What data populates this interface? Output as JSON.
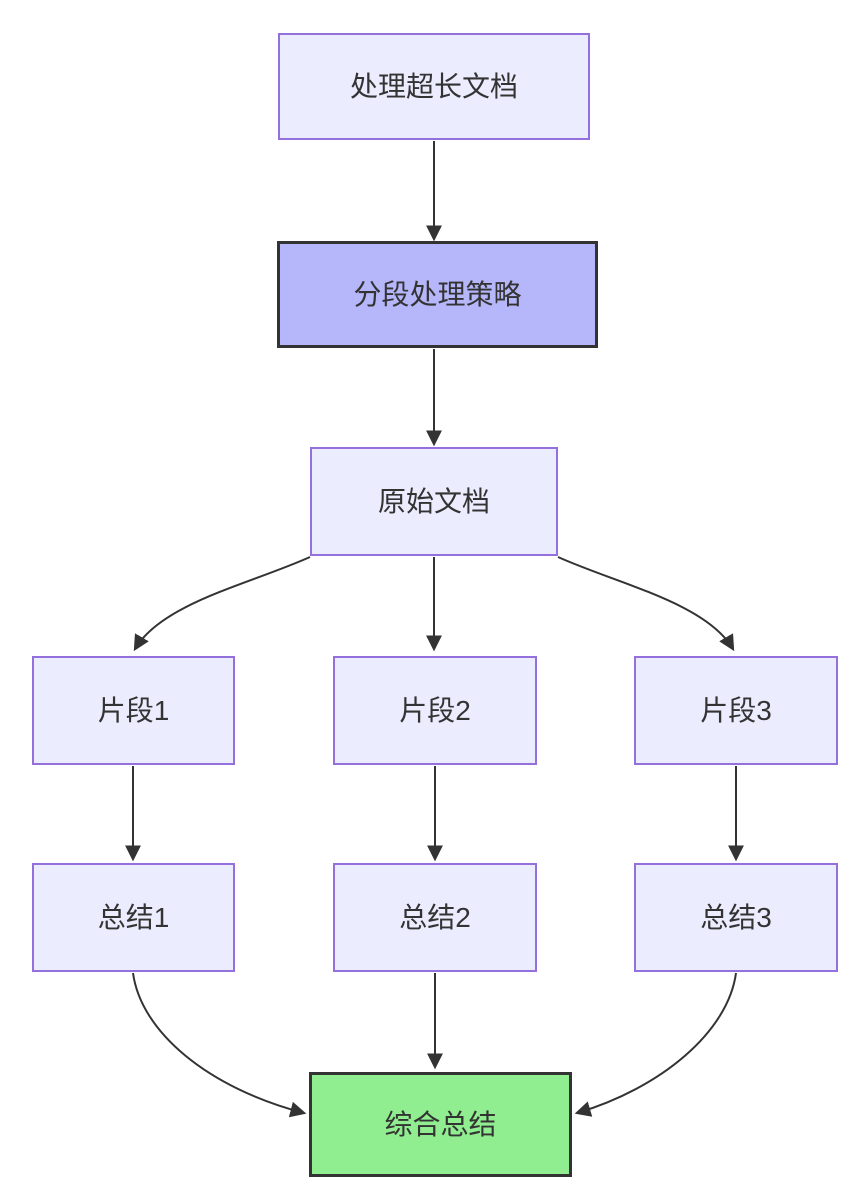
{
  "diagram": {
    "type": "flowchart",
    "direction": "top-down",
    "nodes": [
      {
        "id": "A",
        "label": "处理超长文档",
        "style": "default"
      },
      {
        "id": "B",
        "label": "分段处理策略",
        "style": "highlight"
      },
      {
        "id": "C",
        "label": "原始文档",
        "style": "default"
      },
      {
        "id": "D1",
        "label": "片段1",
        "style": "default"
      },
      {
        "id": "D2",
        "label": "片段2",
        "style": "default"
      },
      {
        "id": "D3",
        "label": "片段3",
        "style": "default"
      },
      {
        "id": "E1",
        "label": "总结1",
        "style": "default"
      },
      {
        "id": "E2",
        "label": "总结2",
        "style": "default"
      },
      {
        "id": "E3",
        "label": "总结3",
        "style": "default"
      },
      {
        "id": "F",
        "label": "综合总结",
        "style": "success"
      }
    ],
    "edges": [
      {
        "from": "A",
        "to": "B"
      },
      {
        "from": "B",
        "to": "C"
      },
      {
        "from": "C",
        "to": "D1"
      },
      {
        "from": "C",
        "to": "D2"
      },
      {
        "from": "C",
        "to": "D3"
      },
      {
        "from": "D1",
        "to": "E1"
      },
      {
        "from": "D2",
        "to": "E2"
      },
      {
        "from": "D3",
        "to": "E3"
      },
      {
        "from": "E1",
        "to": "F"
      },
      {
        "from": "E2",
        "to": "F"
      },
      {
        "from": "E3",
        "to": "F"
      }
    ],
    "colors": {
      "background": "#FFFFFF",
      "node_fill": "#ECECFF",
      "node_border": "#9370DB",
      "highlight_fill": "#B6B6FA",
      "highlight_border": "#333333",
      "success_fill": "#90EE90",
      "success_border": "#333333",
      "edge": "#333333",
      "text": "#333333"
    }
  }
}
